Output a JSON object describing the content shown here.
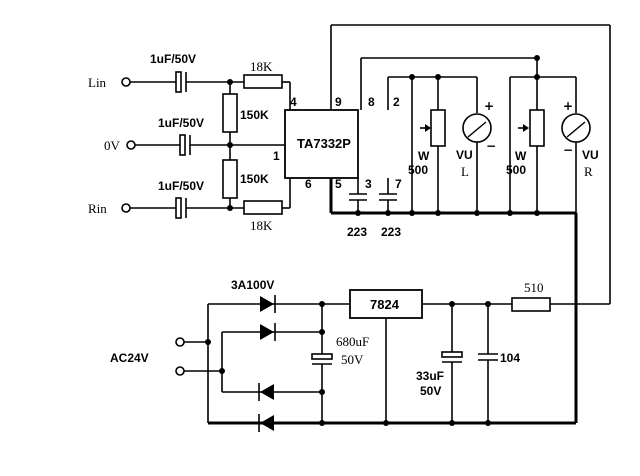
{
  "labels": {
    "lin": "Lin",
    "ov": "0V",
    "rin": "Rin",
    "cap_in_top": "1uF/50V",
    "cap_in_mid": "1uF/50V",
    "cap_in_bot": "1uF/50V",
    "res_top": "18K",
    "res_bot": "18K",
    "res_div_top": "150K",
    "res_div_bot": "150K",
    "ic_main": "TA7332P",
    "pin_4": "4",
    "pin_9": "9",
    "pin_8": "8",
    "pin_2": "2",
    "pin_1": "1",
    "pin_6": "6",
    "pin_5": "5",
    "pin_3": "3",
    "pin_7": "7",
    "cap_223_left": "223",
    "cap_223_right": "223",
    "pot_l_w": "W",
    "pot_l_val": "500",
    "pot_r_w": "W",
    "pot_r_val": "500",
    "vu_l": "VU",
    "vu_l_ch": "L",
    "vu_r": "VU",
    "vu_r_ch": "R",
    "plus": "+",
    "minus": "−",
    "diode_label": "3A100V",
    "ac": "AC24V",
    "cap_680_a": "680uF",
    "cap_680_b": "50V",
    "reg": "7824",
    "cap_33_a": "33uF",
    "cap_33_b": "50V",
    "cap_104": "104",
    "res_510": "510"
  }
}
